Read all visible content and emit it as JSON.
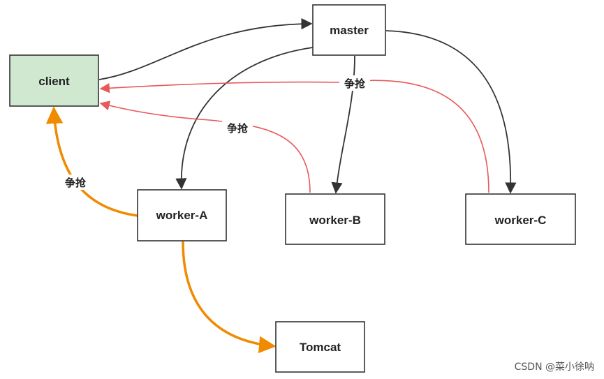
{
  "colors": {
    "client_fill": "#cfe8cf",
    "node_fill": "#ffffff",
    "edge_dark": "#333333",
    "edge_red": "#e8595a",
    "edge_orange": "#f08a00"
  },
  "nodes": {
    "client": "client",
    "master": "master",
    "worker_a": "worker-A",
    "worker_b": "worker-B",
    "worker_c": "worker-C",
    "tomcat": "Tomcat"
  },
  "edge_labels": {
    "worker_c_to_client": "争抢",
    "worker_b_to_client": "争抢",
    "worker_a_to_client": "争抢"
  },
  "watermark": "CSDN @菜小徐呐"
}
